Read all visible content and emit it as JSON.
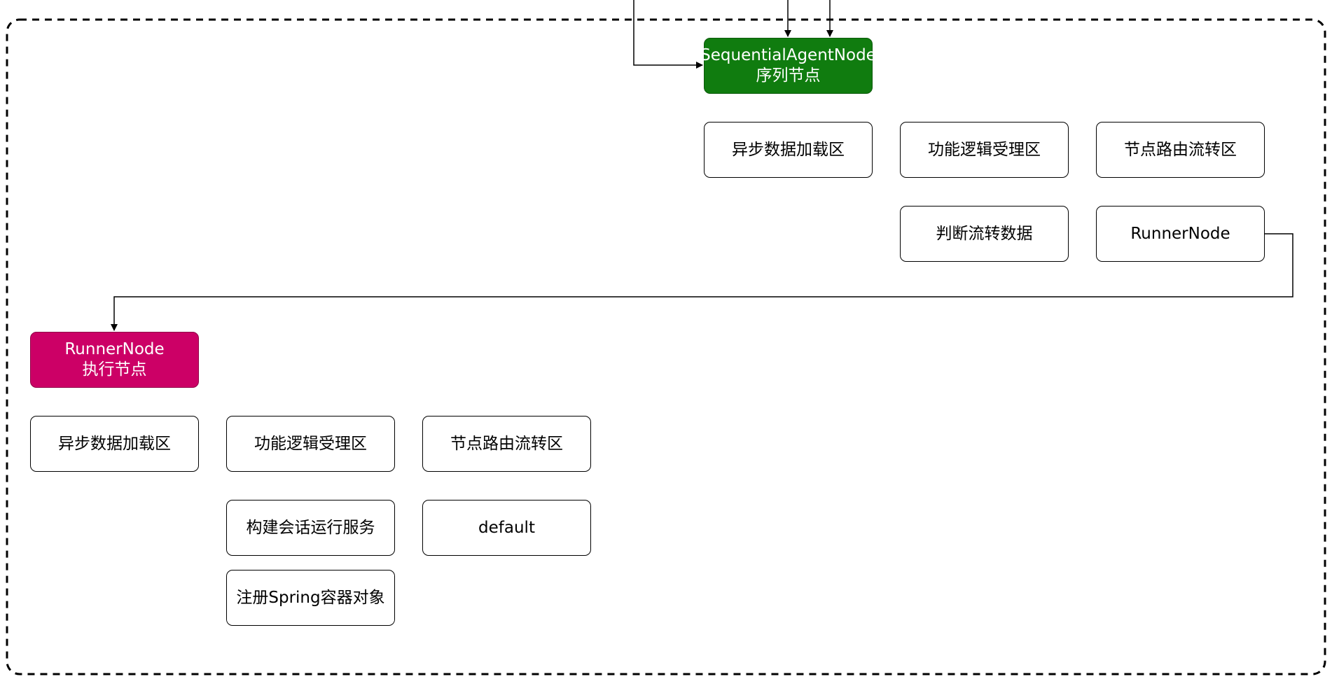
{
  "sequential_node": {
    "name": "SequentialAgentNode",
    "subtitle": "序列节点",
    "color": "#107C0F"
  },
  "sequential_children": {
    "row1": [
      "异步数据加载区",
      "功能逻辑受理区",
      "节点路由流转区"
    ],
    "row2": [
      "判断流转数据",
      "RunnerNode"
    ]
  },
  "runner_node": {
    "name": "RunnerNode",
    "subtitle": "执行节点",
    "color": "#CC0066"
  },
  "runner_children": {
    "row1": [
      "异步数据加载区",
      "功能逻辑受理区",
      "节点路由流转区"
    ],
    "row2": [
      "构建会话运行服务",
      "default"
    ],
    "row3": [
      "注册Spring容器对象"
    ]
  }
}
